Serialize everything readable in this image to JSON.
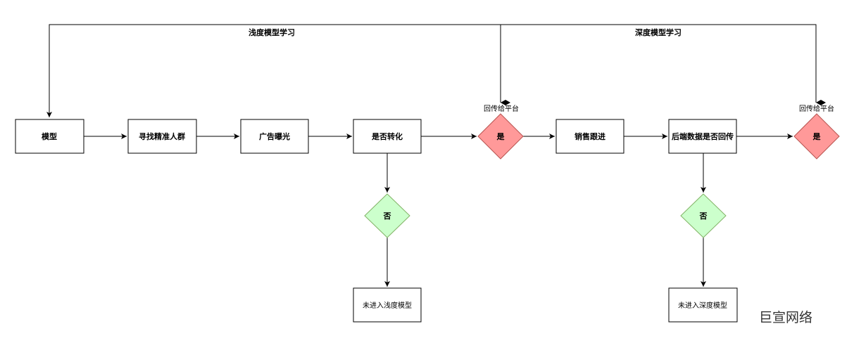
{
  "nodes": {
    "model": "模型",
    "find_crowd": "寻找精准人群",
    "ad_exposure": "广告曝光",
    "is_converted": "是否转化",
    "yes_1": "是",
    "no_1": "否",
    "not_shallow": "未进入浅度模型",
    "sales_follow": "销售跟进",
    "backend_return": "后端数据是否回传",
    "yes_2": "是",
    "no_2": "否",
    "not_deep": "未进入深度模型"
  },
  "edge_labels": {
    "shallow_learning": "浅度模型学习",
    "deep_learning": "深度模型学习",
    "return_platform_1": "回传给平台",
    "return_platform_2": "回传给平台"
  },
  "watermark": "巨宣网络",
  "colors": {
    "yes_fill": "#ff9999",
    "yes_stroke": "#b85450",
    "no_fill": "#ccffcc",
    "no_stroke": "#82b366"
  }
}
